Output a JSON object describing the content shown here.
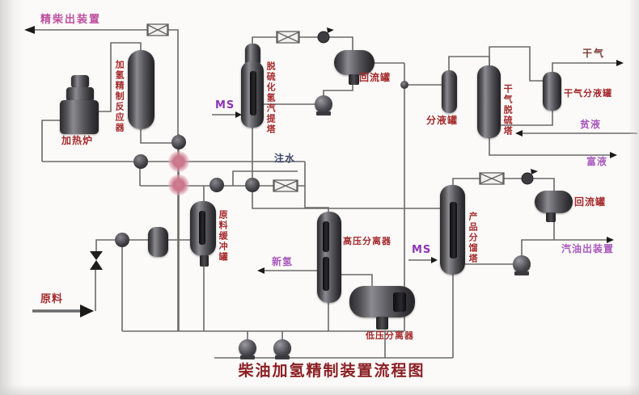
{
  "title": "柴油加氢精制装置流程图",
  "streams": {
    "refined_diesel_out": "精柴出装置",
    "feed": "原料",
    "water_injection": "注水",
    "fresh_hydrogen": "新氢",
    "ms_stripper": "MS",
    "ms_fractionator": "MS",
    "dry_gas": "干气",
    "lean_solution": "贫液",
    "rich_solution": "富液",
    "gasoline_out": "汽油出装置"
  },
  "equipment": {
    "furnace": "加热炉",
    "reactor": "加氢精制反应器",
    "stripper": "脱硫化氢汽提塔",
    "reflux_drum_1": "回流罐",
    "ko_drum": "分液罐",
    "dry_gas_absorber": "干气脱硫塔",
    "dry_gas_ko_drum": "干气分液罐",
    "reflux_drum_2": "回流罐",
    "fractionator": "产品分馏塔",
    "hp_separator": "高压分离器",
    "lp_separator": "低压分离器",
    "feed_surge_drum": "原料缓冲罐"
  },
  "colors": {
    "equipment_label": "#a42a2c",
    "stream_label": "#a958bd",
    "title": "#8b1f24",
    "pipe": "#6a6a6a"
  }
}
